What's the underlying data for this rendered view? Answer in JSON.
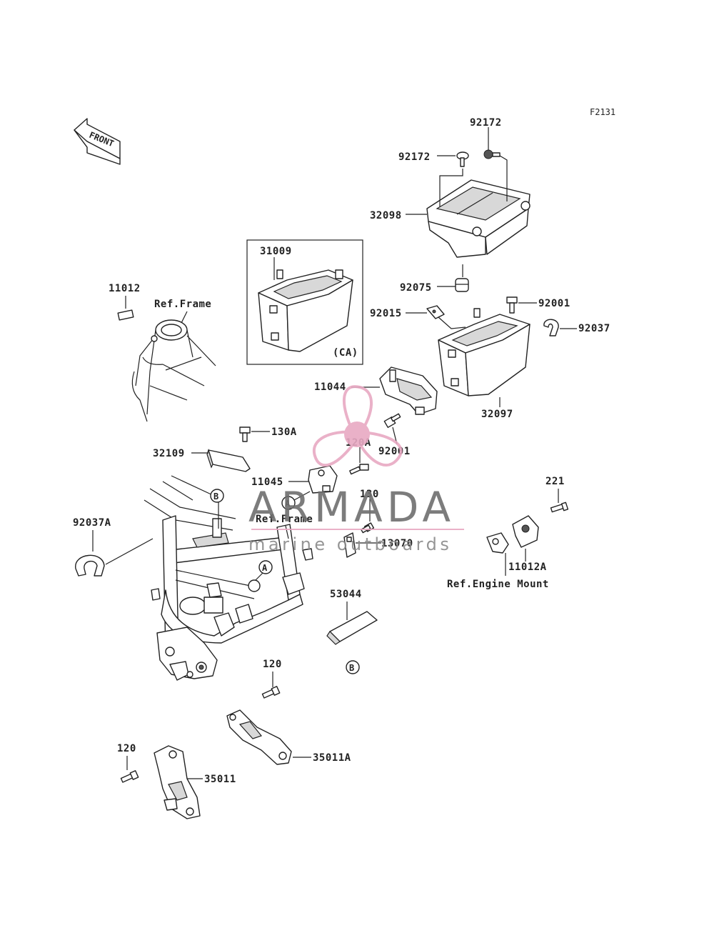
{
  "figure_code": "F2131",
  "front_label": "FRONT",
  "watermark": {
    "brand": "ARMADA",
    "tagline": "marine outboards",
    "accent": "#e8a9c3"
  },
  "callouts": {
    "p92172_top": "92172",
    "p92172_left": "92172",
    "p32098": "32098",
    "p31009": "31009",
    "ca": "(CA)",
    "p92075": "92075",
    "p92001_top": "92001",
    "p92015": "92015",
    "p92037": "92037",
    "p11012": "11012",
    "ref_frame_1": "Ref.Frame",
    "p11044": "11044",
    "p32097": "32097",
    "p130A": "130A",
    "p92001_mid": "92001",
    "p120A": "120A",
    "p32109": "32109",
    "p11045": "11045",
    "p130": "130",
    "p221": "221",
    "p92037A": "92037A",
    "ref_frame_2": "Ref.Frame",
    "p13070": "13070",
    "p11012A": "11012A",
    "ref_engine_mount": "Ref.Engine Mount",
    "p53044": "53044",
    "p120_mid": "120",
    "p35011A": "35011A",
    "p120_low": "120",
    "p35011": "35011",
    "marker_a": "A",
    "marker_b": "B"
  }
}
